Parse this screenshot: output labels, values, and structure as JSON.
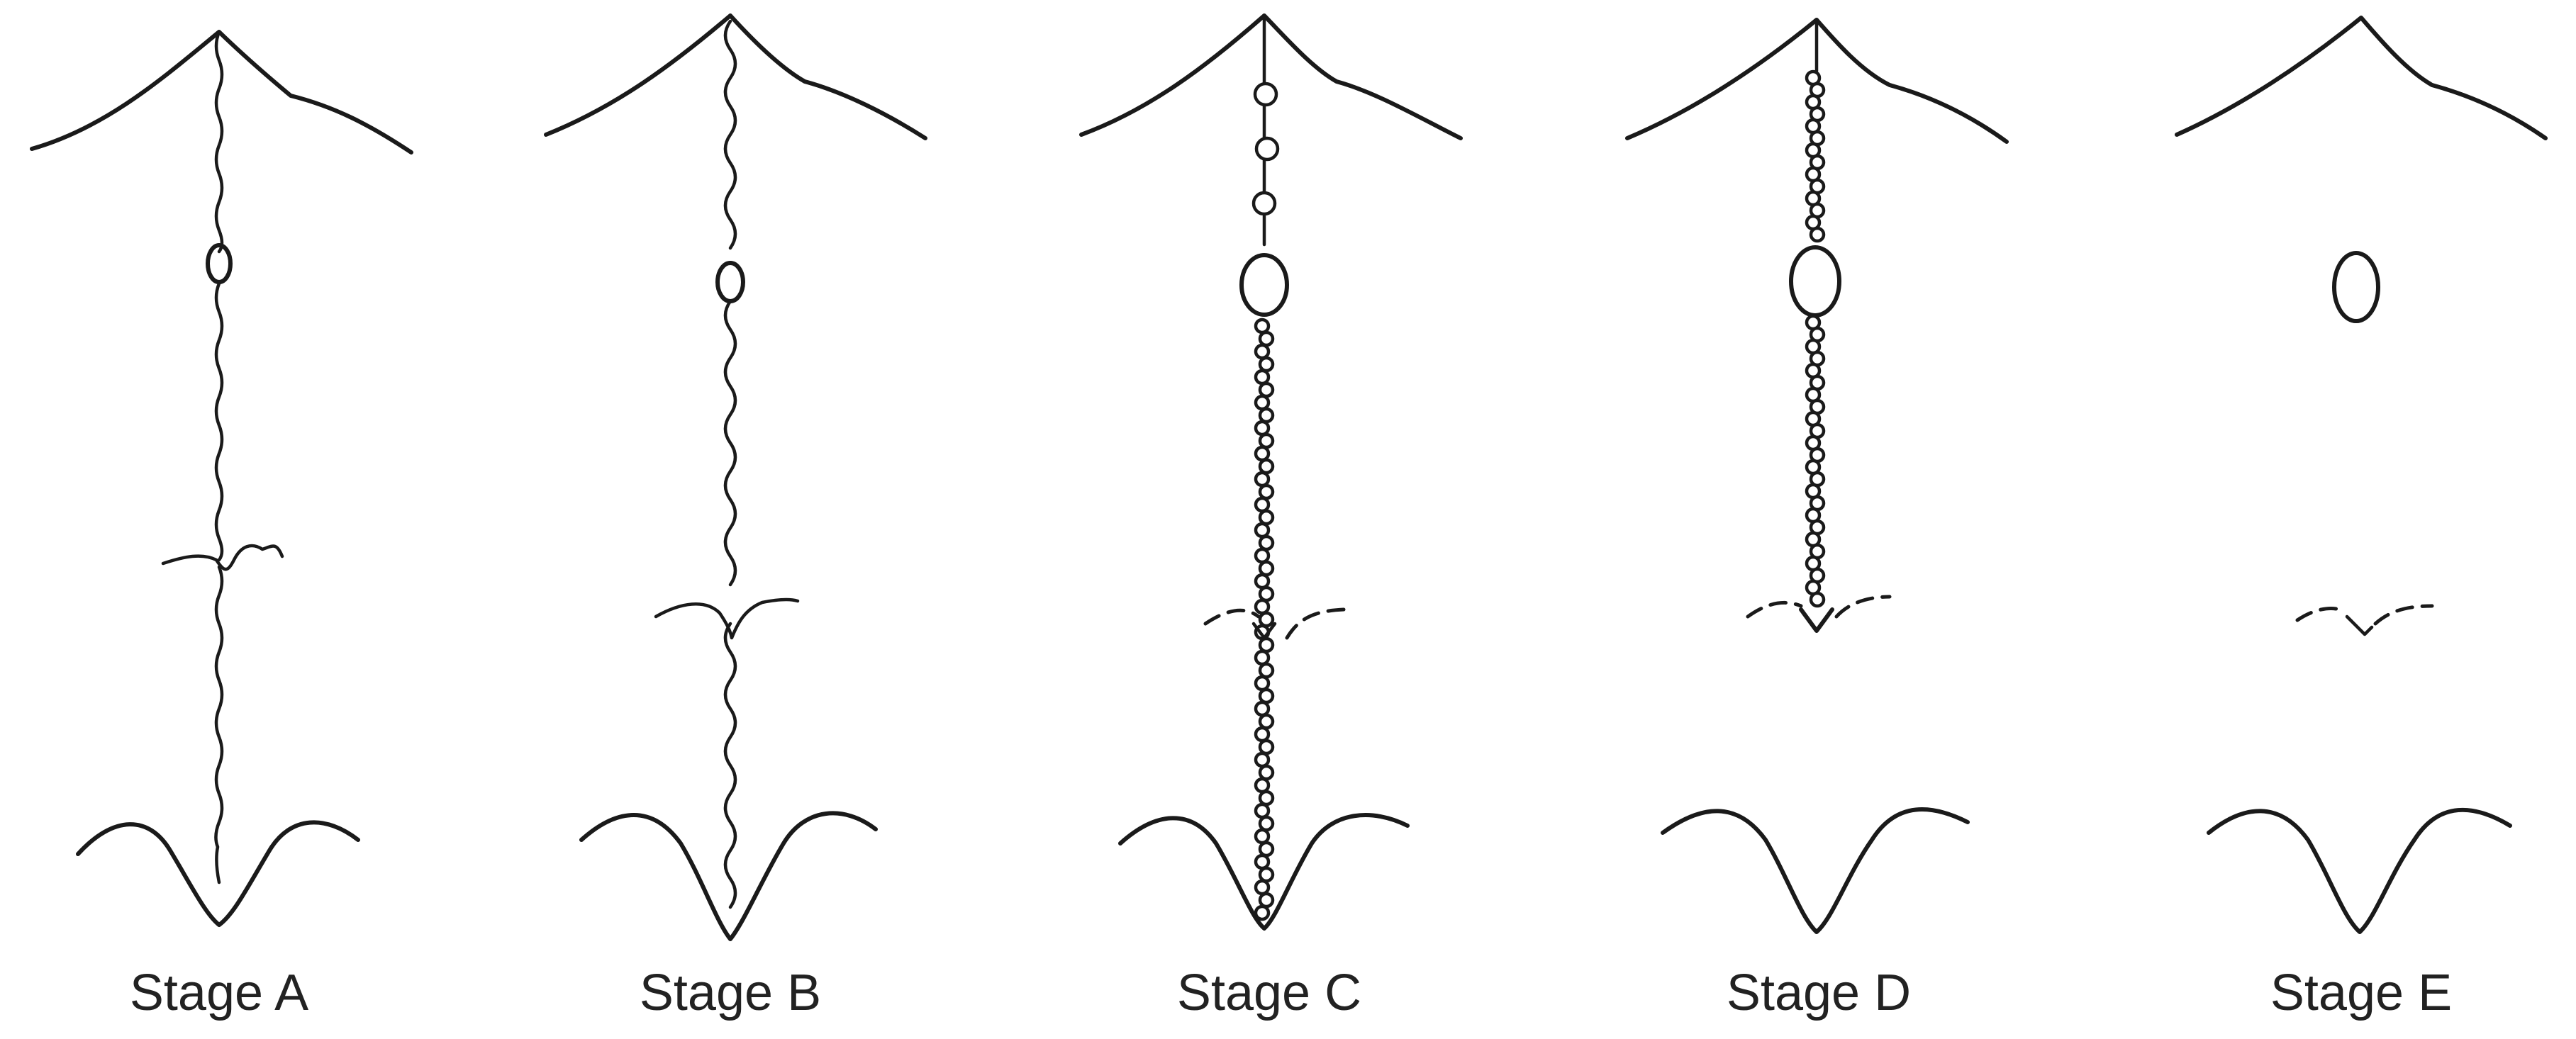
{
  "stages": [
    {
      "label": "Stage A"
    },
    {
      "label": "Stage B"
    },
    {
      "label": "Stage C"
    },
    {
      "label": "Stage D"
    },
    {
      "label": "Stage E"
    }
  ]
}
